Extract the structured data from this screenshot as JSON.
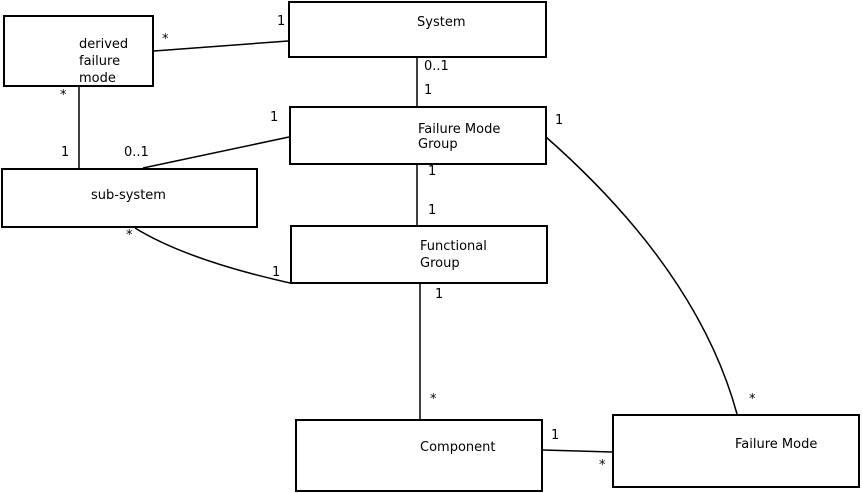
{
  "diagram": {
    "type": "uml-association-diagram",
    "colors": {
      "line": "#000000",
      "background": "#ffffff",
      "box_fill": "#ffffff"
    },
    "entities": {
      "derived_failure_mode": {
        "lines": [
          "derived",
          "failure",
          "mode"
        ]
      },
      "system": {
        "label": "System"
      },
      "failure_mode_group": {
        "lines": [
          "Failure Mode",
          "Group"
        ]
      },
      "sub_system": {
        "label": "sub-system"
      },
      "functional_group": {
        "lines": [
          "Functional",
          "Group"
        ]
      },
      "component": {
        "label": "Component"
      },
      "failure_mode": {
        "label": "Failure Mode"
      }
    },
    "associations": {
      "dfm_system": {
        "near_dfm": "*",
        "near_system": "1"
      },
      "system_fmg": {
        "near_system": "0..1",
        "near_fmg": "1"
      },
      "dfm_subsystem": {
        "near_dfm": "*",
        "near_subsystem": "1"
      },
      "fmg_subsystem": {
        "near_fmg": "1",
        "near_subsystem": "0..1"
      },
      "fmg_functional_group": {
        "near_fmg": "1",
        "near_fg": "1"
      },
      "subsystem_functional_group": {
        "near_subsystem": "*",
        "near_fg": "1"
      },
      "functional_group_component": {
        "near_fg": "1",
        "near_component": "*"
      },
      "component_failure_mode": {
        "near_component": "1",
        "near_failure_mode": "*"
      },
      "fmg_failure_mode": {
        "near_fmg": "1",
        "near_failure_mode": "*"
      }
    }
  }
}
